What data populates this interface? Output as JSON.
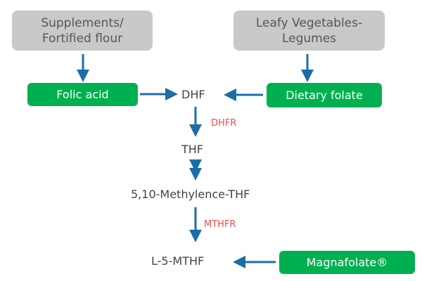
{
  "sources": {
    "supplements": "Supplements/\nFortified flour",
    "supplements_line1": "Supplements/",
    "supplements_line2": "Fortified flour",
    "leafy_line1": "Leafy Vegetables-",
    "leafy_line2": "Legumes"
  },
  "forms": {
    "folic_acid": "Folic acid",
    "dietary_folate": "Dietary folate",
    "magnafolate": "Magnafolate®"
  },
  "metabolites": {
    "dhf": "DHF",
    "thf": "THF",
    "methylene_thf": "5,10-Methylence-THF",
    "l5mthf": "L-5-MTHF"
  },
  "enzymes": {
    "dhfr": "DHFR",
    "mthfr": "MTHFR"
  },
  "colors": {
    "gray_box": "#c9c9c9",
    "green_box": "#00b050",
    "arrow": "#1b6ea5",
    "enzyme_text": "#f04a4a"
  }
}
